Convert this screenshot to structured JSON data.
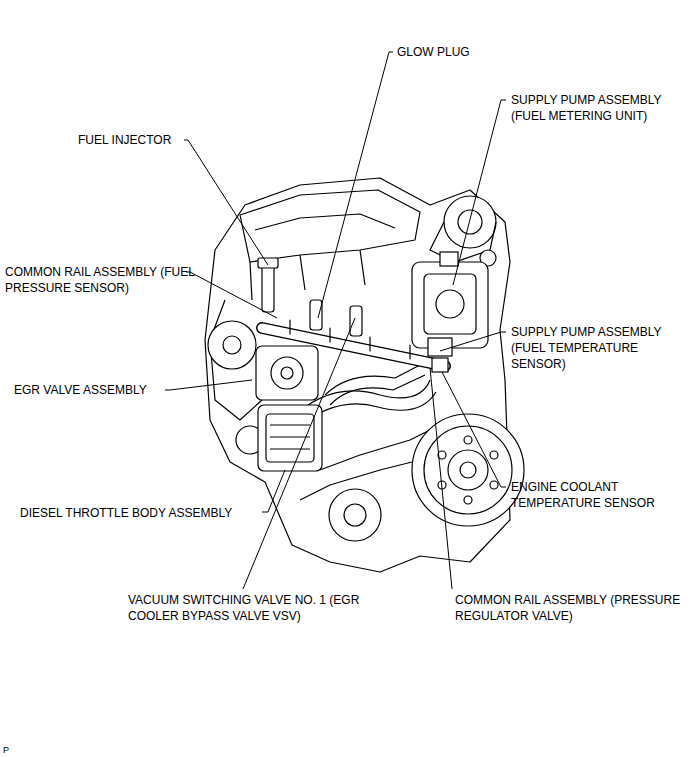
{
  "diagram": {
    "labels": [
      "GLOW PLUG",
      "SUPPLY PUMP ASSEMBLY (FUEL METERING UNIT)",
      "FUEL INJECTOR",
      "COMMON RAIL ASSEMBLY (FUEL PRESSURE SENSOR)",
      "SUPPLY PUMP ASSEMBLY (FUEL TEMPERATURE SENSOR)",
      "EGR VALVE ASSEMBLY",
      "ENGINE COOLANT TEMPERATURE SENSOR",
      "DIESEL THROTTLE BODY ASSEMBLY",
      "VACUUM SWITCHING VALVE NO. 1 (EGR COOLER BYPASS VALVE VSV)",
      "COMMON RAIL ASSEMBLY (PRESSURE REGULATOR VALVE)",
      "P"
    ]
  }
}
